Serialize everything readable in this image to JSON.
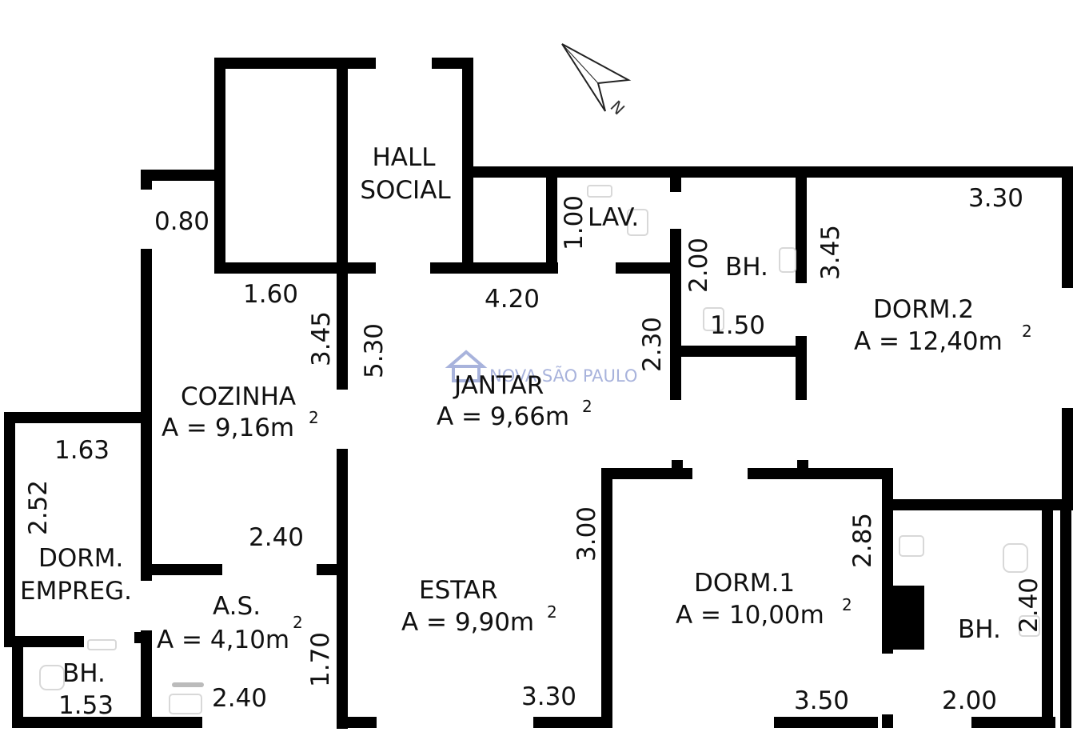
{
  "rooms": {
    "hall": [
      "HALL",
      "SOCIAL"
    ],
    "lav": "LAV.",
    "bh_top": "BH.",
    "dorm2": {
      "name": "DORM.2",
      "area": "A = 12,40m",
      "sup": "2"
    },
    "cozinha": {
      "name": "COZINHA",
      "area": "A = 9,16m",
      "sup": "2"
    },
    "jantar": {
      "name": "JANTAR",
      "area": "A = 9,66m",
      "sup": "2"
    },
    "dorm_empreg": [
      "DORM.",
      "EMPREG."
    ],
    "as": {
      "name": "A.S.",
      "area": "A = 4,10m",
      "sup": "2"
    },
    "estar": {
      "name": "ESTAR",
      "area": "A = 9,90m",
      "sup": "2"
    },
    "dorm1": {
      "name": "DORM.1",
      "area": "A = 10,00m",
      "sup": "2"
    },
    "bh_right": "BH.",
    "bh_left": "BH."
  },
  "dimensions": {
    "d080": "0.80",
    "d160": "1.60",
    "d345a": "3.45",
    "d530": "5.30",
    "d420": "4.20",
    "d100": "1.00",
    "d200a": "2.00",
    "d150": "1.50",
    "d230": "2.30",
    "d345b": "3.45",
    "d330a": "3.30",
    "d163": "1.63",
    "d252": "2.52",
    "d240a": "2.40",
    "d170": "1.70",
    "d240b": "2.40",
    "d153": "1.53",
    "d300": "3.00",
    "d285": "2.85",
    "d240c": "2.40",
    "d330b": "3.30",
    "d350": "3.50",
    "d200b": "2.00"
  },
  "watermark": "NOVA SÃO PAULO",
  "colors": {
    "walls": "#000000",
    "text": "#111111",
    "watermark": "#9aa6d6"
  },
  "icons": [
    "north-arrow-icon",
    "house-logo-icon"
  ]
}
